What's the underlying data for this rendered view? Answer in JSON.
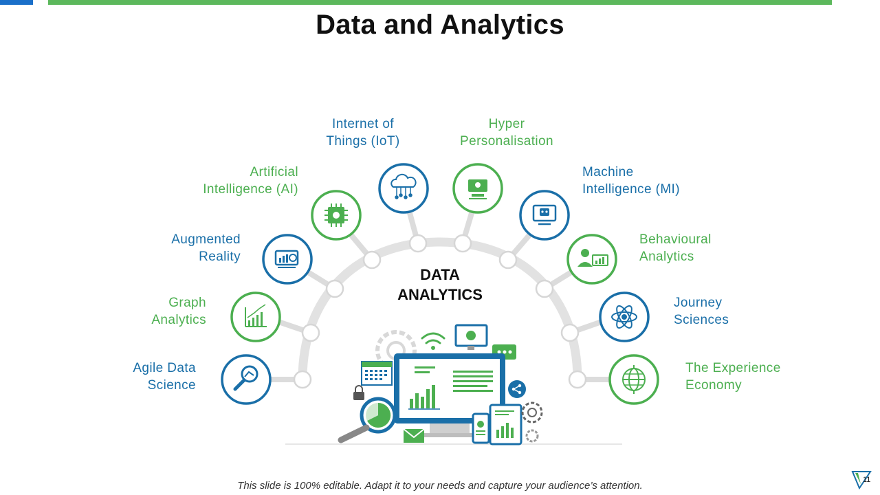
{
  "title": "Data and Analytics",
  "center": {
    "title": "DATA\nANALYTICS"
  },
  "labels": {
    "agile": "Agile Data\nScience",
    "graph": "Graph\nAnalytics",
    "ar": "Augmented\nReality",
    "ai": "Artificial\nIntelligence (AI)",
    "iot": "Internet of\nThings (IoT)",
    "hyper": "Hyper\nPersonalisation",
    "mi": "Machine\nIntelligence (MI)",
    "behavioural": "Behavioural\nAnalytics",
    "journey": "Journey\nSciences",
    "experience": "The Experience\nEconomy"
  },
  "footer": "This slide is 100% editable. Adapt it to your needs and capture your audience’s attention.",
  "page_number": "11",
  "colors": {
    "green": "#4caf50",
    "blue": "#1a6fa8",
    "arc": "#e2e2e2"
  }
}
